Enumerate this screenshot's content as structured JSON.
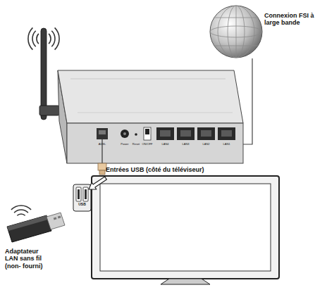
{
  "diagram": {
    "nodes": [
      {
        "text": [
          "Connexion FSI à large bande"
        ]
      },
      {
        "text": [
          "ADSL",
          "Power",
          "Reset",
          "ON/OFF",
          "LAN4",
          "LAN3",
          "LAN2",
          "LAN1"
        ]
      },
      {
        "text": [
          "Entrées USB (côté du téléviseur)",
          "USB"
        ]
      },
      {
        "text": [
          "Adaptateur LAN sans fil (non- fourni)"
        ]
      }
    ],
    "edges": [
      {
        "from": 0,
        "to": 1,
        "arrow": "none"
      }
    ]
  }
}
